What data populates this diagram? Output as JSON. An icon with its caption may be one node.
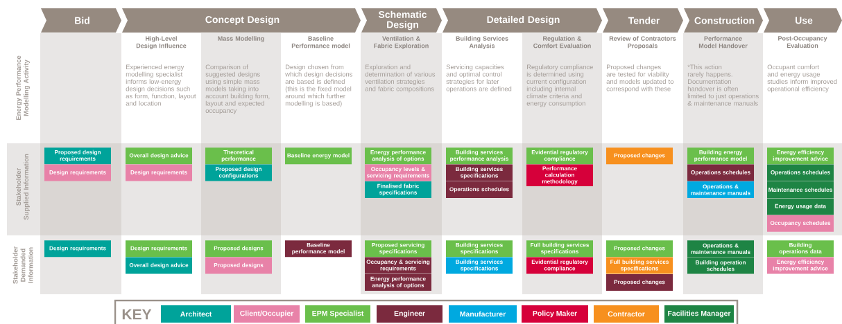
{
  "diagram": {
    "nodes": [
      {
        "text": [
          "Bid"
        ]
      },
      {
        "text": [
          "Concept Design"
        ]
      },
      {
        "text": [
          "Schematic Design"
        ]
      },
      {
        "text": [
          "Detailed Design"
        ]
      },
      {
        "text": [
          "Tender"
        ]
      },
      {
        "text": [
          "Construction"
        ]
      },
      {
        "text": [
          "Use"
        ]
      },
      {
        "text": [],
        "shape": "box"
      },
      {
        "text": [
          "Proposed design requirements"
        ],
        "in": 7
      },
      {
        "text": [
          "Design requirements"
        ],
        "in": 7
      },
      {
        "text": [
          "Design requirements"
        ],
        "in": 7
      },
      {
        "text": [
          "High-Level Design Influence",
          "Experienced energy modelling specialist informs low-energy design decisions such as form, function, layout and location"
        ]
      },
      {
        "text": [
          "Overall design advice"
        ]
      },
      {
        "text": [
          "Design requirements"
        ]
      },
      {
        "text": [
          "Design requirements"
        ]
      },
      {
        "text": [
          "Overall design advice"
        ]
      },
      {
        "text": [
          "Mass Modelling",
          "Comparison of suggested designs using simple mass models taking into account building form, layout and expected occupancy"
        ]
      },
      {
        "text": [
          "Theoretical performance"
        ],
        "in": 16
      },
      {
        "text": [
          "Proposed design configurations"
        ],
        "in": 16
      },
      {
        "text": [
          "Proposed designs"
        ],
        "in": 16
      },
      {
        "text": [
          "Proposed designs"
        ],
        "in": 16
      },
      {
        "text": [
          "Baseline Performance model",
          "Design chosen from which design decisions are based is defined (this is the fixed model around which further modelling is based)"
        ]
      },
      {
        "text": [
          "Baseline energy model"
        ]
      },
      {
        "text": [
          "Baseline performance model"
        ]
      },
      {
        "text": [
          "Ventilation & Fabric Exploration",
          "Exploration and determination of various ventilation strategies and fabric compositions"
        ]
      },
      {
        "text": [
          "Energy performance analysis of options"
        ],
        "in": 24
      },
      {
        "text": [
          "Occupancy levels & servicing requirements"
        ],
        "in": 24
      },
      {
        "text": [
          "Finalised fabric specifications"
        ],
        "in": 24
      },
      {
        "text": [
          "Proposed servicing specifications"
        ],
        "in": 24
      },
      {
        "text": [
          "Occupancy & servicing requirements"
        ],
        "in": 24
      },
      {
        "text": [
          "Energy performance analysis of options"
        ],
        "in": 24
      },
      {
        "text": [
          "Building Services Analysis",
          "Servicing capacities and optimal control strategies for later operations are defined"
        ]
      },
      {
        "text": [
          "Building services performance analysis"
        ]
      },
      {
        "text": [
          "Building services specifications"
        ]
      },
      {
        "text": [
          "Operations schedules"
        ]
      },
      {
        "text": [
          "Building services specifications"
        ]
      },
      {
        "text": [
          "Building services specifications"
        ]
      },
      {
        "text": [
          "Regulation & Comfort Evaluation",
          "Regulatory compliance is determined using current configuration including internal climate criteria and energy consumption"
        ]
      },
      {
        "text": [
          "Evidential regulatory compliance"
        ],
        "in": 37
      },
      {
        "text": [
          "Performance calculation methodology"
        ],
        "in": 37
      },
      {
        "text": [
          "Full building services specifications"
        ],
        "in": 37
      },
      {
        "text": [
          "Evidential regulatory compliance"
        ],
        "in": 37
      },
      {
        "text": [
          "Review of Contractors Proposals",
          "Proposed changes are tested for viability and models updated to correspond with these"
        ]
      },
      {
        "text": [
          "Proposed changes"
        ]
      },
      {
        "text": [
          "Proposed changes"
        ]
      },
      {
        "text": [
          "Full building services specifications"
        ]
      },
      {
        "text": [
          "Proposed changes"
        ]
      },
      {
        "text": [
          "Performance Model Handover",
          "*This action rarely happens. Documentation handover is often limited to just operations & maintenance manuals"
        ]
      },
      {
        "text": [
          "Building energy performance model"
        ],
        "in": 47
      },
      {
        "text": [
          "Operations schedules"
        ],
        "in": 47
      },
      {
        "text": [
          "Operations & maintenance manuals"
        ],
        "in": 47
      },
      {
        "text": [
          "Operations & maintenance manuals"
        ],
        "in": 47
      },
      {
        "text": [
          "Building operation schedules"
        ],
        "in": 47
      },
      {
        "text": [
          "Post-Occupancy Evaluation",
          "Occupant comfort and energy usage studies inform improved operational efficiency"
        ]
      },
      {
        "text": [
          "Energy efficiency improvement advice"
        ]
      },
      {
        "text": [
          "Operations schedules"
        ]
      },
      {
        "text": [
          "Maintenance schedules"
        ]
      },
      {
        "text": [
          "Energy usage data"
        ]
      },
      {
        "text": [
          "Occupancy schedules"
        ]
      },
      {
        "text": [
          "Building operations data"
        ]
      },
      {
        "text": [
          "Energy efficiency improvement advice"
        ]
      }
    ],
    "labels": [
      "Energy Performance Modelling Activity",
      "Stakeholder Supplied Information",
      "Stakeholder Demanded Information",
      "KEY"
    ],
    "legend": [
      {
        "text": "Architect",
        "color": "#00a39a"
      },
      {
        "text": "Client/Occupier",
        "color": "#e882a8"
      },
      {
        "text": "EPM Specialist",
        "color": "#6abf4b"
      },
      {
        "text": "Engineer",
        "color": "#7b2a3e"
      },
      {
        "text": "Manufacturer",
        "color": "#00a9e0"
      },
      {
        "text": "Policy Maker",
        "color": "#d6003a"
      },
      {
        "text": "Contractor",
        "color": "#f7901e"
      },
      {
        "text": "Facilities Manager",
        "color": "#1e8444"
      }
    ]
  }
}
